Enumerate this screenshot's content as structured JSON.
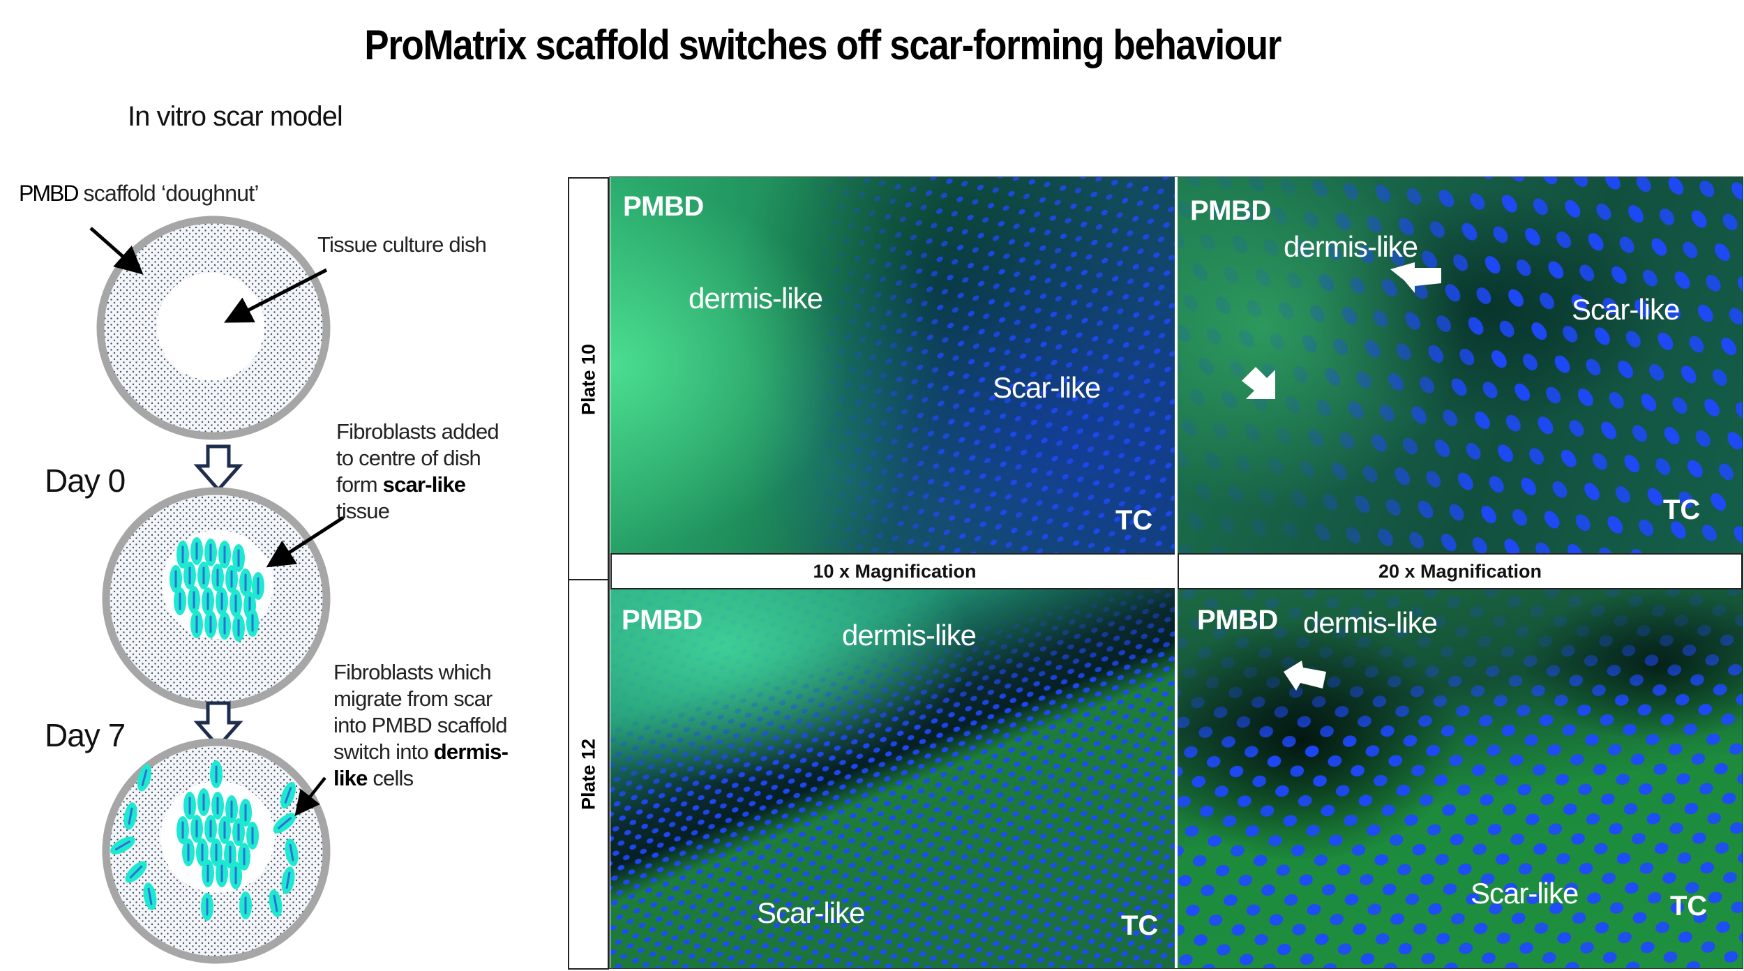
{
  "title": "ProMatrix scaffold switches off scar-forming behaviour",
  "model": {
    "heading": "In vitro scar model",
    "scaffold_label_bold": "PMBD",
    "scaffold_label_rest": " scaffold ‘doughnut’",
    "dish_label": "Tissue culture dish",
    "step1": {
      "day": "Day 0",
      "line1": "Fibroblasts added",
      "line2": "to centre of dish",
      "line3_pre": "form ",
      "line3_bold": "scar-like",
      "line4": "tissue"
    },
    "step2": {
      "day": "Day 7",
      "line1": "Fibroblasts which",
      "line2": "migrate from scar",
      "line3": "into PMBD scaffold",
      "line4_pre": "switch into ",
      "line4_bold": "dermis-",
      "line5_bold": "like",
      "line5_rest": " cells"
    },
    "colors": {
      "dish_ring": "#a6a6a6",
      "scaffold_dots": "#44546a",
      "cells": "#1de9d0",
      "nuclei": "#2f6fd6",
      "flow_arrow": "#1f2d4d"
    }
  },
  "micrographs": {
    "rows": [
      {
        "plate": "Plate 10"
      },
      {
        "plate": "Plate 12"
      }
    ],
    "columns": [
      {
        "magnification": "10 x Magnification"
      },
      {
        "magnification": "20 x Magnification"
      }
    ],
    "panels": {
      "p10_10x": {
        "pmbd": "PMBD",
        "dermis": "dermis-like",
        "scar": "Scar-like",
        "tc": "TC"
      },
      "p10_20x": {
        "pmbd": "PMBD",
        "dermis": "dermis-like",
        "scar": "Scar-like",
        "tc": "TC",
        "arrows": 2
      },
      "p12_10x": {
        "pmbd": "PMBD",
        "dermis": "dermis-like",
        "scar": "Scar-like",
        "tc": "TC"
      },
      "p12_20x": {
        "pmbd": "PMBD",
        "dermis": "dermis-like",
        "scar": "Scar-like",
        "tc": "TC",
        "arrows": 1
      }
    },
    "stain_colors": {
      "actin_green": "#2fb866",
      "nuclei_blue": "#1a4cff"
    }
  }
}
